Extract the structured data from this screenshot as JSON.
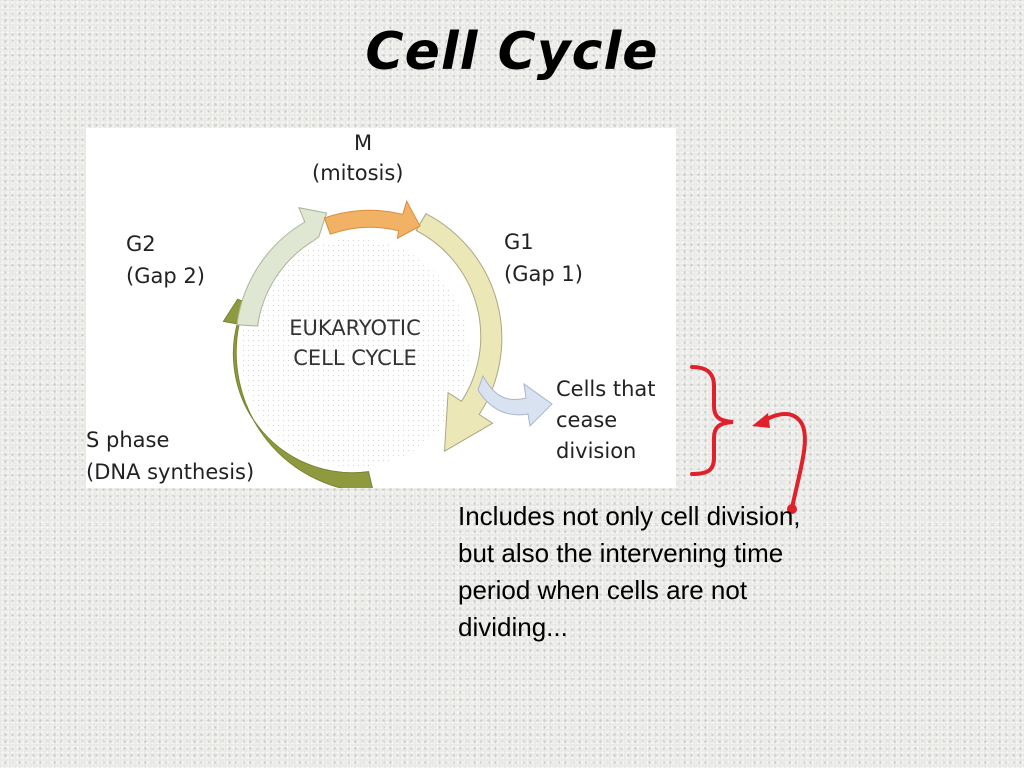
{
  "slide": {
    "title": "Cell Cycle"
  },
  "diagram": {
    "center_label_line1": "EUKARYOTIC",
    "center_label_line2": "CELL CYCLE",
    "phases": {
      "m": {
        "name": "M",
        "detail": "(mitosis)",
        "color": "#f2b266"
      },
      "g1": {
        "name": "G1",
        "detail": "(Gap 1)",
        "color": "#ece7b6"
      },
      "s": {
        "name": "S phase",
        "detail": "(DNA synthesis)",
        "color": "#8f9a3e"
      },
      "g2": {
        "name": "G2",
        "detail": "(Gap 2)",
        "color": "#dfe6d2"
      }
    },
    "exit": {
      "line1": "Cells that",
      "line2": "cease",
      "line3": "division",
      "color": "#d9e2f0"
    }
  },
  "annotation": {
    "caption": "Includes not only cell division, but also the intervening time period when cells are not dividing...",
    "accent_color": "#e0202a"
  }
}
